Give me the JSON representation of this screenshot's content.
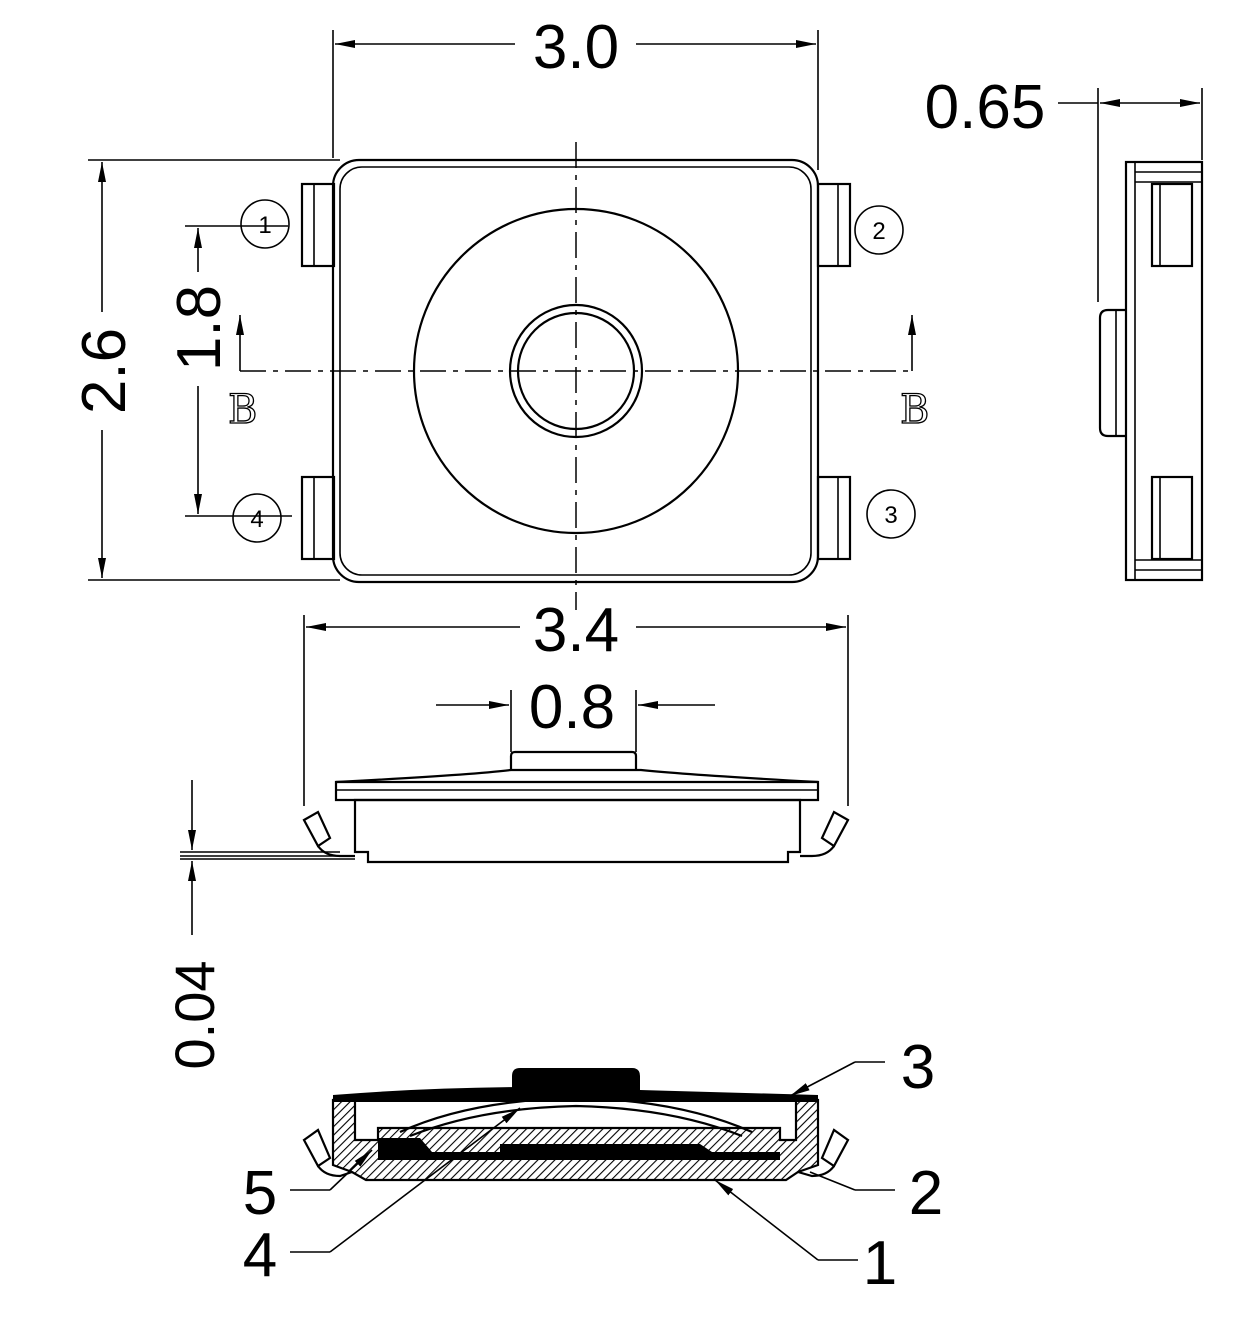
{
  "dimensions": {
    "width_top": "3.0",
    "height_left": "2.6",
    "pin_pitch": "1.8",
    "thickness_side": "0.65",
    "width_total": "3.4",
    "actuator_width": "0.8",
    "standoff": "0.04"
  },
  "pins": [
    "1",
    "2",
    "3",
    "4"
  ],
  "section_marks": [
    "B",
    "B"
  ],
  "callouts": [
    "1",
    "2",
    "3",
    "4",
    "5"
  ],
  "colors": {
    "line": "#000000",
    "background": "#ffffff"
  }
}
